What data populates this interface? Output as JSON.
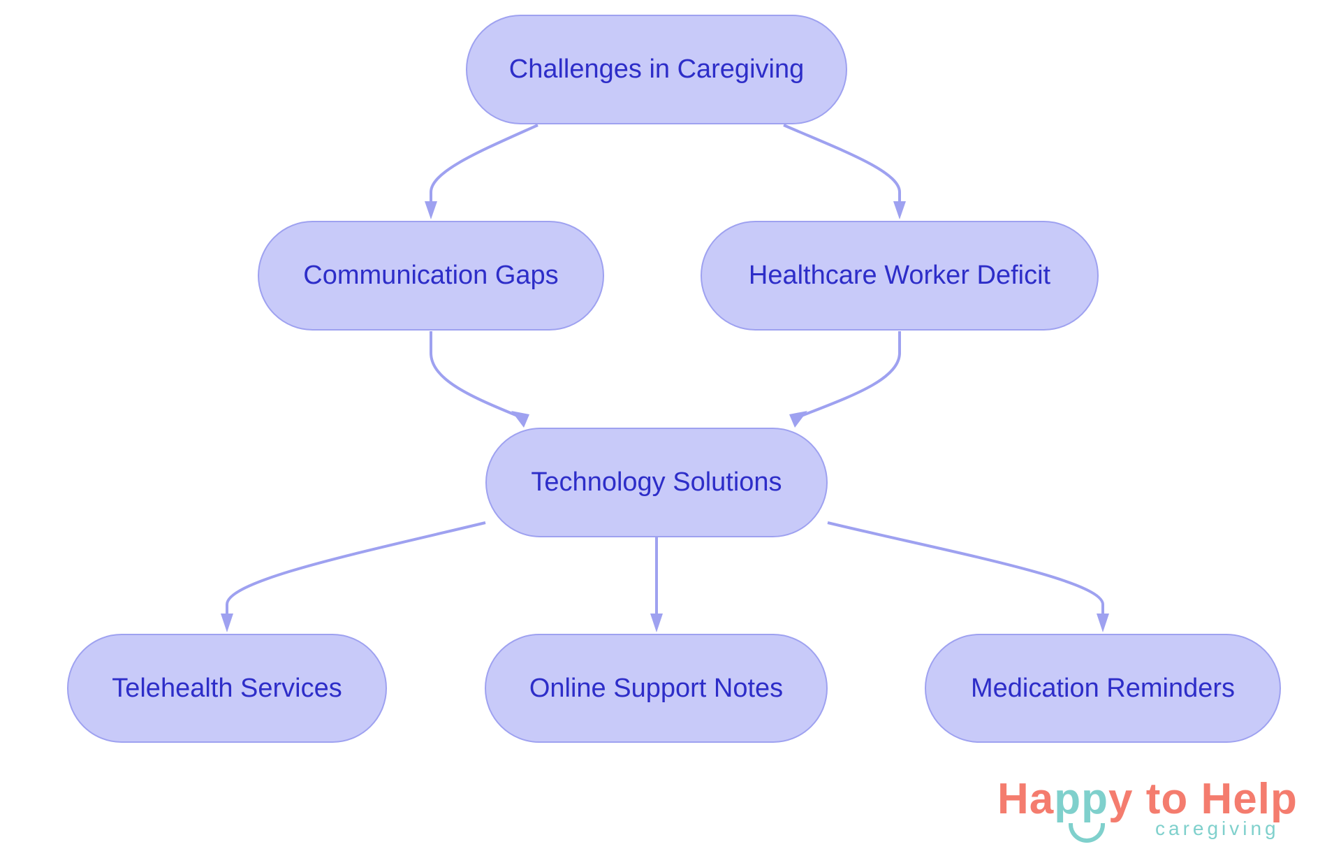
{
  "diagram": {
    "type": "flowchart",
    "nodes": {
      "root": "Challenges in Caregiving",
      "communication": "Communication Gaps",
      "healthcare": "Healthcare Worker Deficit",
      "technology": "Technology Solutions",
      "telehealth": "Telehealth Services",
      "online": "Online Support Notes",
      "medication": "Medication Reminders"
    },
    "edges": [
      [
        "Challenges in Caregiving",
        "Communication Gaps"
      ],
      [
        "Challenges in Caregiving",
        "Healthcare Worker Deficit"
      ],
      [
        "Communication Gaps",
        "Technology Solutions"
      ],
      [
        "Healthcare Worker Deficit",
        "Technology Solutions"
      ],
      [
        "Technology Solutions",
        "Telehealth Services"
      ],
      [
        "Technology Solutions",
        "Online Support Notes"
      ],
      [
        "Technology Solutions",
        "Medication Reminders"
      ]
    ],
    "colors": {
      "node_fill": "#c8caf9",
      "node_stroke": "#9ea1f0",
      "text": "#2d2dc8",
      "edge": "#9ea1f0"
    }
  },
  "logo": {
    "part1": "Ha",
    "part2": "pp",
    "part3": "y to Help",
    "tagline": "caregiving",
    "colors": {
      "coral": "#f47c6e",
      "teal": "#7fd0cc"
    }
  }
}
